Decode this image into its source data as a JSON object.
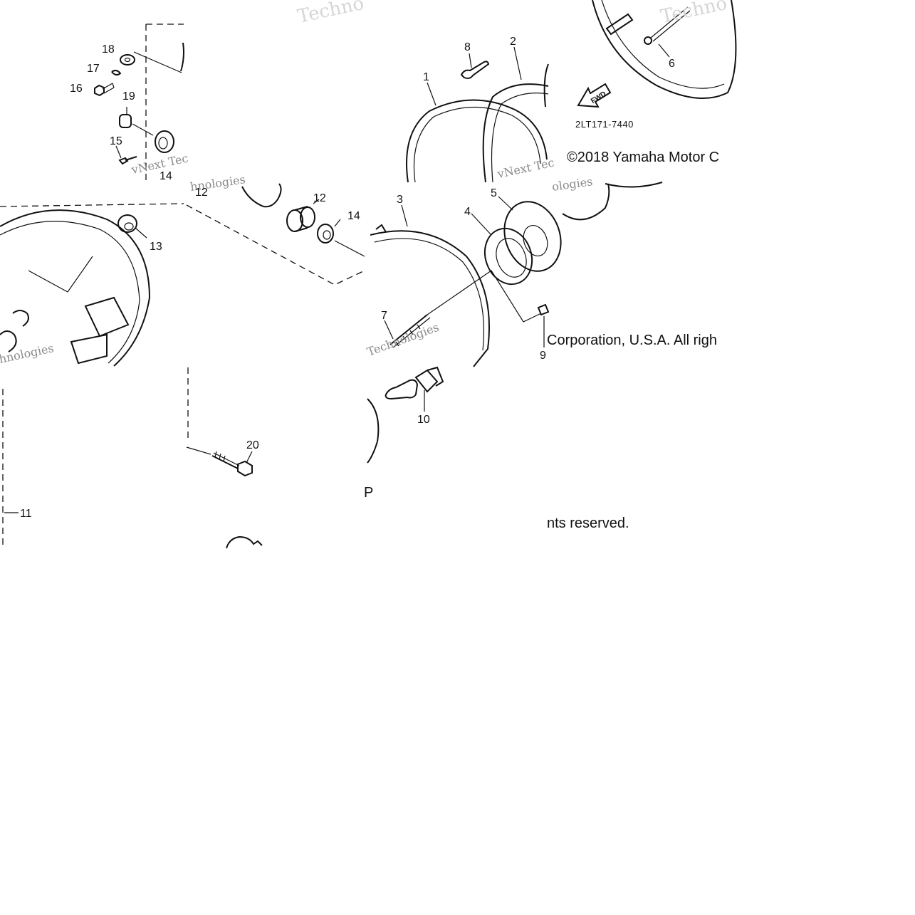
{
  "diagram": {
    "callouts": {
      "c1": "1",
      "c2": "2",
      "c3": "3",
      "c4": "4",
      "c5": "5",
      "c6": "6",
      "c7": "7",
      "c8": "8",
      "c9": "9",
      "c10": "10",
      "c11": "11",
      "c12a": "12",
      "c12b": "12",
      "c13": "13",
      "c14a": "14",
      "c14b": "14",
      "c15": "15",
      "c16": "16",
      "c17": "17",
      "c18": "18",
      "c19": "19",
      "c20": "20"
    },
    "drawing_code": "2LT171-7440",
    "fwd_label": "FWD",
    "copyright_part1": "©2018 Yamaha Motor C",
    "copyright_part2": "Corporation, U.S.A. All righ",
    "copyright_part3": "nts reserved.",
    "stray_glyph": "P",
    "watermarks": {
      "w1": "Techno",
      "w2": "Techno",
      "w3": "vNext Tec",
      "w4": "vNext Tec",
      "w5": "hnologies",
      "w6": "ologies",
      "w7": "hnologies",
      "w8": "Technologies"
    }
  }
}
